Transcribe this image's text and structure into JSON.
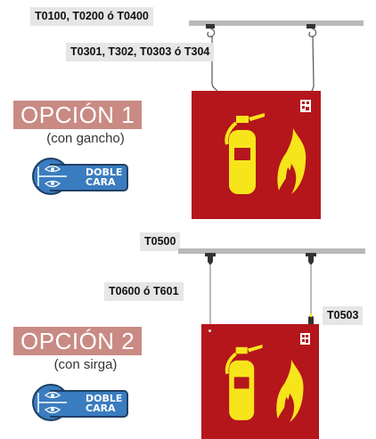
{
  "option1": {
    "rail_codes": "T0100, T0200 ó T0400",
    "hook_codes": "T0301, T302, T0303 ó T304",
    "title": "OPCIÓN 1",
    "subtitle": "(con gancho)",
    "badge": {
      "line1": "DOBLE",
      "line2": "CARA"
    }
  },
  "option2": {
    "rail_codes": "T0500",
    "cable_codes": "T0600 ó T601",
    "tensioner_code": "T0503",
    "title": "OPCIÓN 2",
    "subtitle": "(con sirga)",
    "badge": {
      "line1": "DOBLE",
      "line2": "CARA"
    }
  },
  "colors": {
    "sign_red": "#b4161b",
    "pictogram_yellow": "#f7e51c",
    "option_banner": "#c98a84",
    "badge_blue": "#3a7cc0",
    "badge_border": "#1f3f66"
  },
  "icons": [
    "extinguisher-icon",
    "flame-icon",
    "qr-code-icon",
    "eye-icon",
    "hook-icon",
    "clamp-icon"
  ]
}
